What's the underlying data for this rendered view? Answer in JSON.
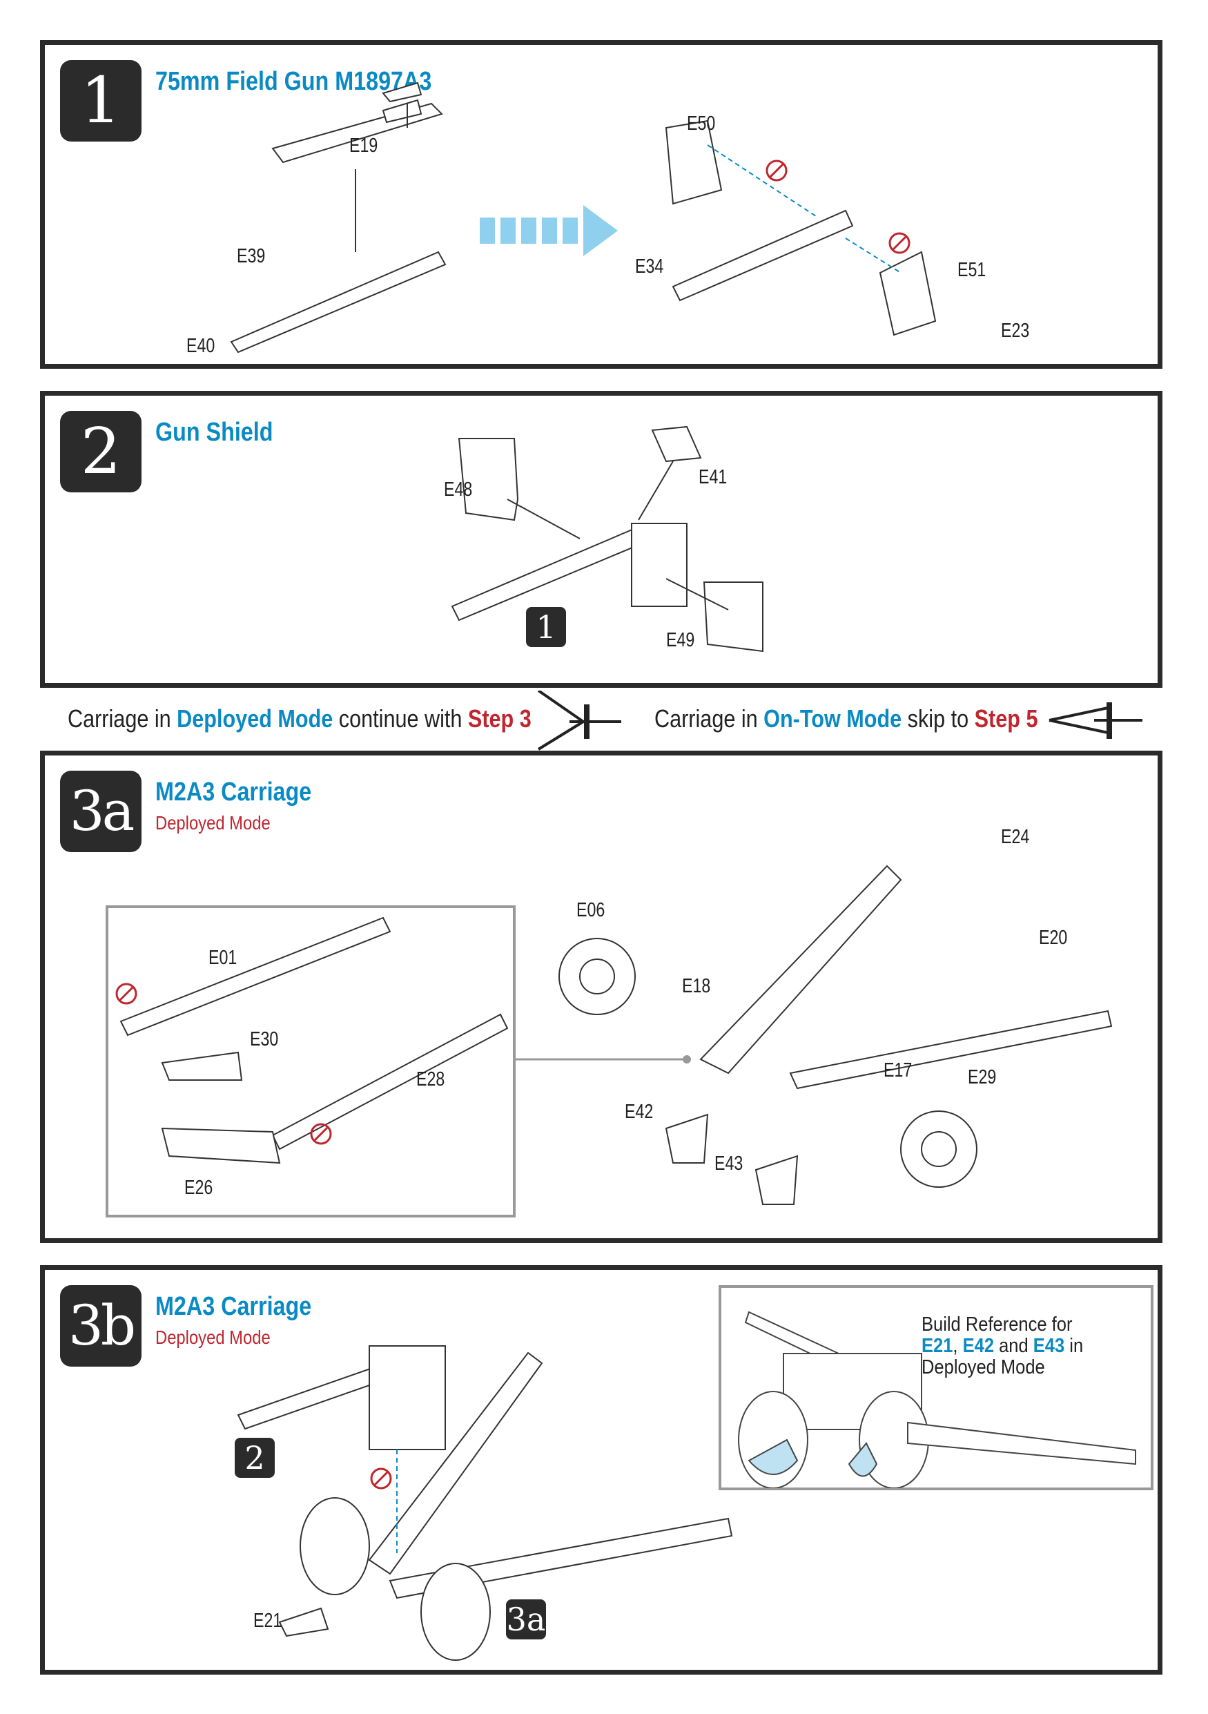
{
  "steps": [
    {
      "number": "1",
      "title": "75mm Field Gun M1897A3",
      "parts": [
        "E19",
        "E39",
        "E40",
        "E50",
        "E34",
        "E51",
        "E23"
      ]
    },
    {
      "number": "2",
      "title": "Gun Shield",
      "parts": [
        "E48",
        "E41",
        "E49"
      ],
      "ref_badge": "1"
    },
    {
      "number": "3a",
      "title": "M2A3 Carriage",
      "subtitle": "Deployed Mode",
      "parts": [
        "E24",
        "E06",
        "E20",
        "E18",
        "E01",
        "E30",
        "E28",
        "E26",
        "E17",
        "E29",
        "E42",
        "E43"
      ]
    },
    {
      "number": "3b",
      "title": "M2A3 Carriage",
      "subtitle": "Deployed Mode",
      "parts": [
        "E21"
      ],
      "ref_badges": [
        "2",
        "3a"
      ]
    }
  ],
  "mode_note": {
    "left": {
      "prefix": "Carriage in ",
      "mode": "Deployed Mode",
      "middle": " continue with ",
      "step": "Step 3"
    },
    "right": {
      "prefix": "Carriage in ",
      "mode": "On-Tow Mode",
      "middle": " skip to ",
      "step": "Step 5"
    }
  },
  "build_reference": {
    "line1": "Build Reference for",
    "p1": "E21",
    "sep1": ", ",
    "p2": "E42",
    "sep2": " and ",
    "p3": "E43",
    "tail": " in",
    "line3": "Deployed Mode"
  },
  "colors": {
    "accent": "#0a8ac4",
    "warning": "#c0262d",
    "frame": "#2b2b2b"
  },
  "icons": [
    "no-glue-icon",
    "assembly-arrow-icon"
  ]
}
